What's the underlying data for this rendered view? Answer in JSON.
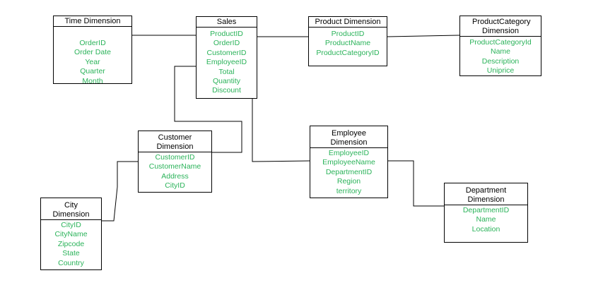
{
  "entities": [
    {
      "id": "time",
      "title": "Time Dimension",
      "attributes": [
        "OrderID",
        "Order Date",
        "Year",
        "Quarter",
        "Month"
      ]
    },
    {
      "id": "sales",
      "title": "Sales",
      "attributes": [
        "ProductID",
        "OrderID",
        "CustomerID",
        "EmployeeID",
        "Total",
        "Quantity",
        "Discount"
      ]
    },
    {
      "id": "product",
      "title": "Product Dimension",
      "attributes": [
        "ProductID",
        "ProductName",
        "ProductCategoryID"
      ]
    },
    {
      "id": "productcategory",
      "title": "ProductCategory Dimension",
      "attributes": [
        "ProductCategoryId",
        "Name",
        "Description",
        "Uniprice"
      ]
    },
    {
      "id": "customer",
      "title": "Customer Dimension",
      "attributes": [
        "CustomerID",
        "CustomerName",
        "Address",
        "CityID"
      ]
    },
    {
      "id": "employee",
      "title": "Employee Dimension",
      "attributes": [
        "EmployeeID",
        "EmployeeName",
        "DepartmentID",
        "Region",
        "territory"
      ]
    },
    {
      "id": "city",
      "title": "City Dimension",
      "attributes": [
        "CityID",
        "CityName",
        "Zipcode",
        "State",
        "Country"
      ]
    },
    {
      "id": "department",
      "title": "Department Dimension",
      "attributes": [
        "DepartmentID",
        "Name",
        "Location"
      ]
    }
  ],
  "relationships": [
    {
      "from": "time",
      "to": "sales"
    },
    {
      "from": "sales",
      "to": "product"
    },
    {
      "from": "product",
      "to": "productcategory"
    },
    {
      "from": "sales",
      "to": "customer"
    },
    {
      "from": "sales",
      "to": "employee"
    },
    {
      "from": "customer",
      "to": "city"
    },
    {
      "from": "employee",
      "to": "department"
    }
  ]
}
